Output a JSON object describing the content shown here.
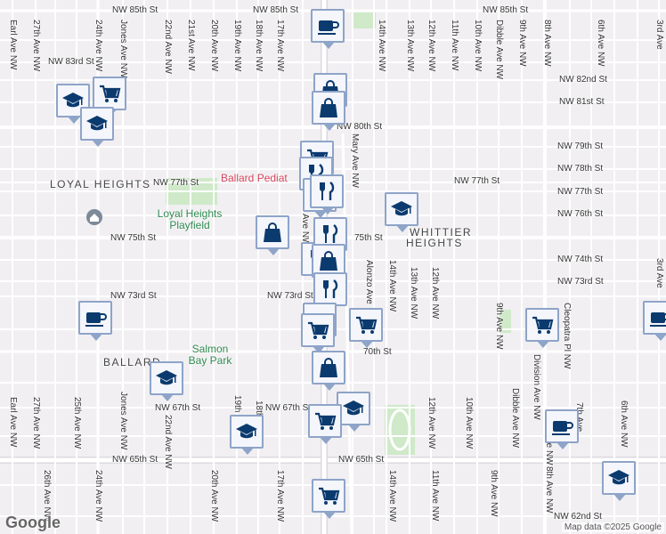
{
  "colors": {
    "background": "#f1eff2",
    "street": "#ffffff",
    "arterial": "#ffffff",
    "park": "#cfe9c9",
    "marker_border": "#8ea4c8",
    "marker_icon": "#0b3a6e",
    "poi_text": "#d4455d",
    "park_text": "#2f8a4f"
  },
  "streets_h": {
    "nw85": "NW 85th St",
    "nw85b": "NW 85th St",
    "nw85c": "NW 85th St",
    "nw83rd": "NW 83rd St",
    "nw82": "NW 82nd St",
    "nw81": "NW 81st St",
    "nw80": "NW 80th St",
    "nw79": "NW 79th St",
    "nw78": "NW 78th St",
    "nw77a": "NW 77th St",
    "nw77b": "NW 77th St",
    "nw77c": "NW 77th St",
    "nw76": "NW 76th St",
    "nw75a": "NW 75th St",
    "nw75b": "75th St",
    "nw74": "NW 74th St",
    "nw73a": "NW 73rd St",
    "nw73b": "NW 73rd St",
    "nw73c": "NW 73rd St",
    "nw70": "70th St",
    "nw67a": "NW 67th St",
    "nw67b": "NW 67th St",
    "nw65a": "NW 65th St",
    "nw65b": "NW 65th St",
    "nw62": "NW 62nd St"
  },
  "streets_v": {
    "earl_top": "Earl Ave NW",
    "a27_top": "27th Ave NW",
    "a24_top": "24th Ave NW",
    "jones_top": "Jones Ave NW",
    "a22_top": "22nd Ave NW",
    "a21_top": "21st Ave NW",
    "a20_top": "20th Ave NW",
    "a19_top": "19th Ave NW",
    "a18_top": "18th Ave NW",
    "a17_top": "17th Ave NW",
    "a14_top": "14th Ave NW",
    "a13_top": "13th Ave NW",
    "a12_top": "12th Ave NW",
    "a11_top": "11th Ave NW",
    "a10_top": "10th Ave NW",
    "dibble_top": "Dibble Ave NW",
    "a9_top": "9th Ave NW",
    "a8_top": "8th Ave NW",
    "a6_top": "6th Ave NW",
    "a3_top": "3rd Ave",
    "mary": "Mary Ave NW",
    "alonzo": "Alonzo Ave",
    "a14_mid": "14th Ave NW",
    "a13_mid": "13th Ave NW",
    "a12_mid": "12th Ave NW",
    "a9_mid": "9th Ave NW",
    "cleopatra": "Cleopatra Pl NW",
    "a15_mid": "Ave NW",
    "earl_bot": "Earl Ave NW",
    "a27_bot": "27th Ave NW",
    "a25_bot": "25th Ave NW",
    "jones_bot": "Jones Ave NW",
    "a22_bot": "22nd Ave NW",
    "a19_bot": "19th",
    "a18_bot": "18th",
    "a12_bot": "12th Ave NW",
    "a10_bot": "10th Ave NW",
    "dibble_bot": "Dibble Ave NW",
    "division": "Division Ave NW",
    "a8_bot": "8th Ave NW",
    "a7_bot": "7th Ave",
    "a6_bot": "6th Ave NW",
    "a26_bot": "26th Ave NW",
    "a24_bot": "24th Ave NW",
    "a20_bot": "20th Ave NW",
    "a17_bot": "17th Ave NW",
    "a14_bot": "14th Ave NW",
    "a11_bot": "11th Ave NW",
    "a9_bot": "9th Ave NW",
    "a8_bot2": "8th Ave NW",
    "a3_right": "3rd Ave"
  },
  "areas": {
    "loyal_heights": "LOYAL HEIGHTS",
    "whittier": "WHITTIER",
    "heights": "HEIGHTS",
    "ballard": "BALLARD"
  },
  "parks": {
    "loyal_l1": "Loyal Heights",
    "loyal_l2": "Playfield",
    "salmon_l1": "Salmon",
    "salmon_l2": "Bay Park"
  },
  "poi": {
    "ballard_pediatric": "Ballard Pediat"
  },
  "attribution": {
    "logo": "Google",
    "copyright": "Map data ©2025 Google"
  },
  "markers": [
    {
      "icon": "coffee"
    },
    {
      "icon": "school"
    },
    {
      "icon": "cart"
    },
    {
      "icon": "school"
    },
    {
      "icon": "bag"
    },
    {
      "icon": "bag"
    },
    {
      "icon": "cart"
    },
    {
      "icon": "fork-knife"
    },
    {
      "icon": "fork-knife"
    },
    {
      "icon": "fork-knife"
    },
    {
      "icon": "school"
    },
    {
      "icon": "bag"
    },
    {
      "icon": "fork-knife"
    },
    {
      "icon": "fork-knife"
    },
    {
      "icon": "bag"
    },
    {
      "icon": "fork-knife"
    },
    {
      "icon": "coffee"
    },
    {
      "icon": "cart"
    },
    {
      "icon": "cart"
    },
    {
      "icon": "coffee"
    },
    {
      "icon": "cart"
    },
    {
      "icon": "coffee"
    },
    {
      "icon": "bag"
    },
    {
      "icon": "school"
    },
    {
      "icon": "school"
    },
    {
      "icon": "cart"
    },
    {
      "icon": "school"
    },
    {
      "icon": "coffee"
    },
    {
      "icon": "cart"
    },
    {
      "icon": "school"
    }
  ]
}
